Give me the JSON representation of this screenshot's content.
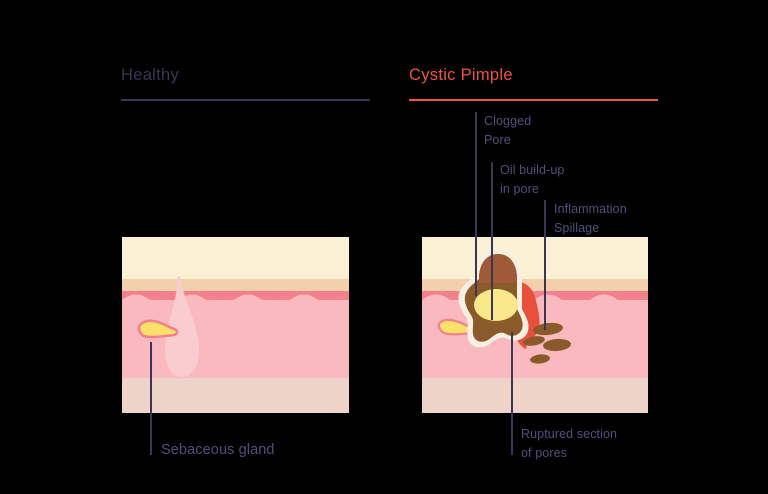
{
  "columns": {
    "left": {
      "title": "Healthy",
      "accent": "#3b3556"
    },
    "right": {
      "title": "Cystic Pimple",
      "accent": "#ef5340"
    }
  },
  "callouts": {
    "clogged_pore": "Clogged\nPore",
    "oil_buildup": "Oil build-up\nin pore",
    "inflammation": "Inflammation\nSpillage",
    "sebaceous_gland": "Sebaceous gland",
    "ruptured": "Ruptured section\nof pores"
  },
  "palette": {
    "epidermis": "#faf0d3",
    "band": "#f4cfab",
    "dermis": "#f2818d",
    "subdermis": "#f9b9be",
    "hypodermis": "#eed4c8",
    "follicle": "#f9cdcf",
    "gland_fill": "#fbe06a",
    "gland_stroke": "#f2818d",
    "cyst_body": "#8b5a2b",
    "cyst_outline": "#f7efe2",
    "oil_core": "#fae98a",
    "inflammation": "#e8503c",
    "spillage": "#8b5a2b",
    "label_text": "#554d7d",
    "leader_line": "#3b3556"
  }
}
